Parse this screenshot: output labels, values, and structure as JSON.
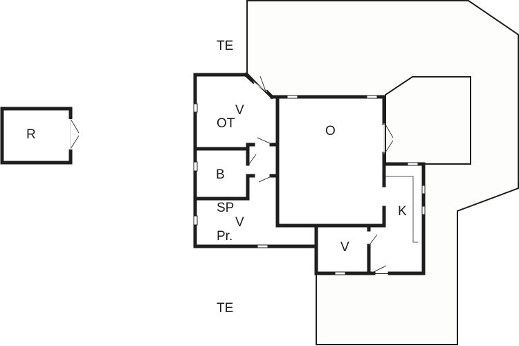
{
  "diagram": {
    "type": "floor-plan",
    "colors": {
      "wall": "#1e1e1e",
      "background": "#ffffff",
      "terrace_fill": "#fdfdfc"
    },
    "rooms": [
      {
        "id": "r",
        "label": "R"
      },
      {
        "id": "ot",
        "label": "OT"
      },
      {
        "id": "ot_v",
        "label": "V"
      },
      {
        "id": "o",
        "label": "O"
      },
      {
        "id": "b",
        "label": "B"
      },
      {
        "id": "sp",
        "label": "SP"
      },
      {
        "id": "sp_v",
        "label": "V"
      },
      {
        "id": "pr",
        "label": "Pr."
      },
      {
        "id": "k",
        "label": "K"
      },
      {
        "id": "v",
        "label": "V"
      }
    ],
    "terraces": [
      {
        "id": "te_top",
        "label": "TE"
      },
      {
        "id": "te_bottom",
        "label": "TE"
      }
    ]
  }
}
